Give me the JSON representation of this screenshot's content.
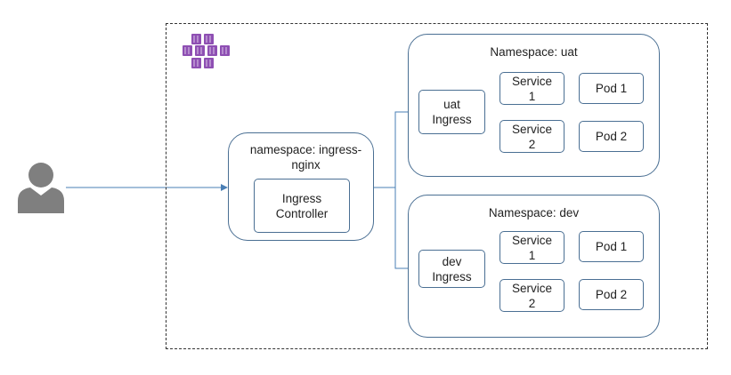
{
  "user": {
    "icon": "user-silhouette-icon",
    "color": "#7f7f7f"
  },
  "cluster": {
    "icon": "container-cluster-icon",
    "icon_color": "#8e4fb3"
  },
  "ingress_nginx": {
    "title": "namespace: ingress-\nnginx",
    "controller": "Ingress\nController"
  },
  "namespaces": [
    {
      "title": "Namespace: uat",
      "ingress": "uat\nIngress",
      "services": [
        "Service\n1",
        "Service\n2"
      ],
      "pods": [
        "Pod 1",
        "Pod 2"
      ]
    },
    {
      "title": "Namespace: dev",
      "ingress": "dev\nIngress",
      "services": [
        "Service\n1",
        "Service\n2"
      ],
      "pods": [
        "Pod 1",
        "Pod 2"
      ]
    }
  ],
  "colors": {
    "line": "#4a6f93",
    "arrow": "#4a7fb5"
  }
}
